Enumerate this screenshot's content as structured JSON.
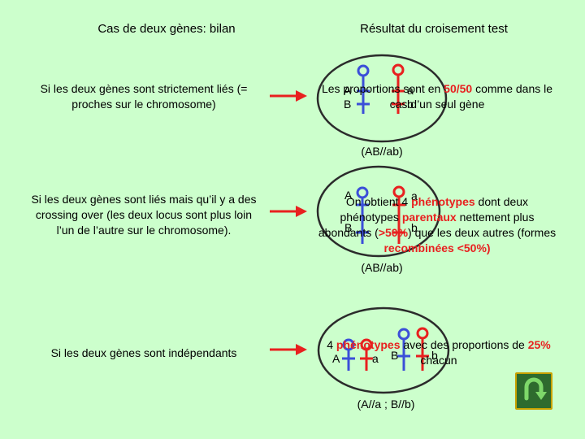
{
  "titles": {
    "left": "Cas de deux gènes: bilan",
    "right": "Résultat du croisement test"
  },
  "cases": [
    {
      "condition": "Si les deux gènes sont strictement liés (= proches sur le chromosome)",
      "result_parts": [
        "Les proportions sont en ",
        "50/50",
        " comme dans le cas d’un seul gène"
      ],
      "genotype": "(AB//ab)",
      "gene_labels": [
        "A",
        "B",
        "a",
        "b"
      ]
    },
    {
      "condition": "Si les deux gènes sont liés mais qu’il y a des crossing over (les deux locus sont plus loin l’un de l’autre sur le chromosome).",
      "result_parts": [
        "On obtient 4 ",
        "phénotypes",
        " dont deux phénotypes ",
        "parentaux",
        " nettement plus abondants (",
        ">50%",
        ") que les deux autres (formes ",
        "recombinées <50%)"
      ],
      "genotype": "(AB//ab)",
      "gene_labels": [
        "A",
        "B",
        "a",
        "b"
      ]
    },
    {
      "condition": "Si les deux gènes sont indépendants",
      "result_parts": [
        "4 ",
        "phénotypes",
        " avec des proportions de ",
        "25%",
        " chacun"
      ],
      "genotype": "(A//a ; B//b)",
      "gene_labels": [
        "A",
        "a",
        "B",
        "b"
      ]
    }
  ],
  "colors": {
    "background": "#ccffcc",
    "red": "#e8201f",
    "blue": "#3b4fd8",
    "ellipse": "#2b2b2b"
  },
  "icons": {
    "back": "u-turn-arrow-icon"
  }
}
